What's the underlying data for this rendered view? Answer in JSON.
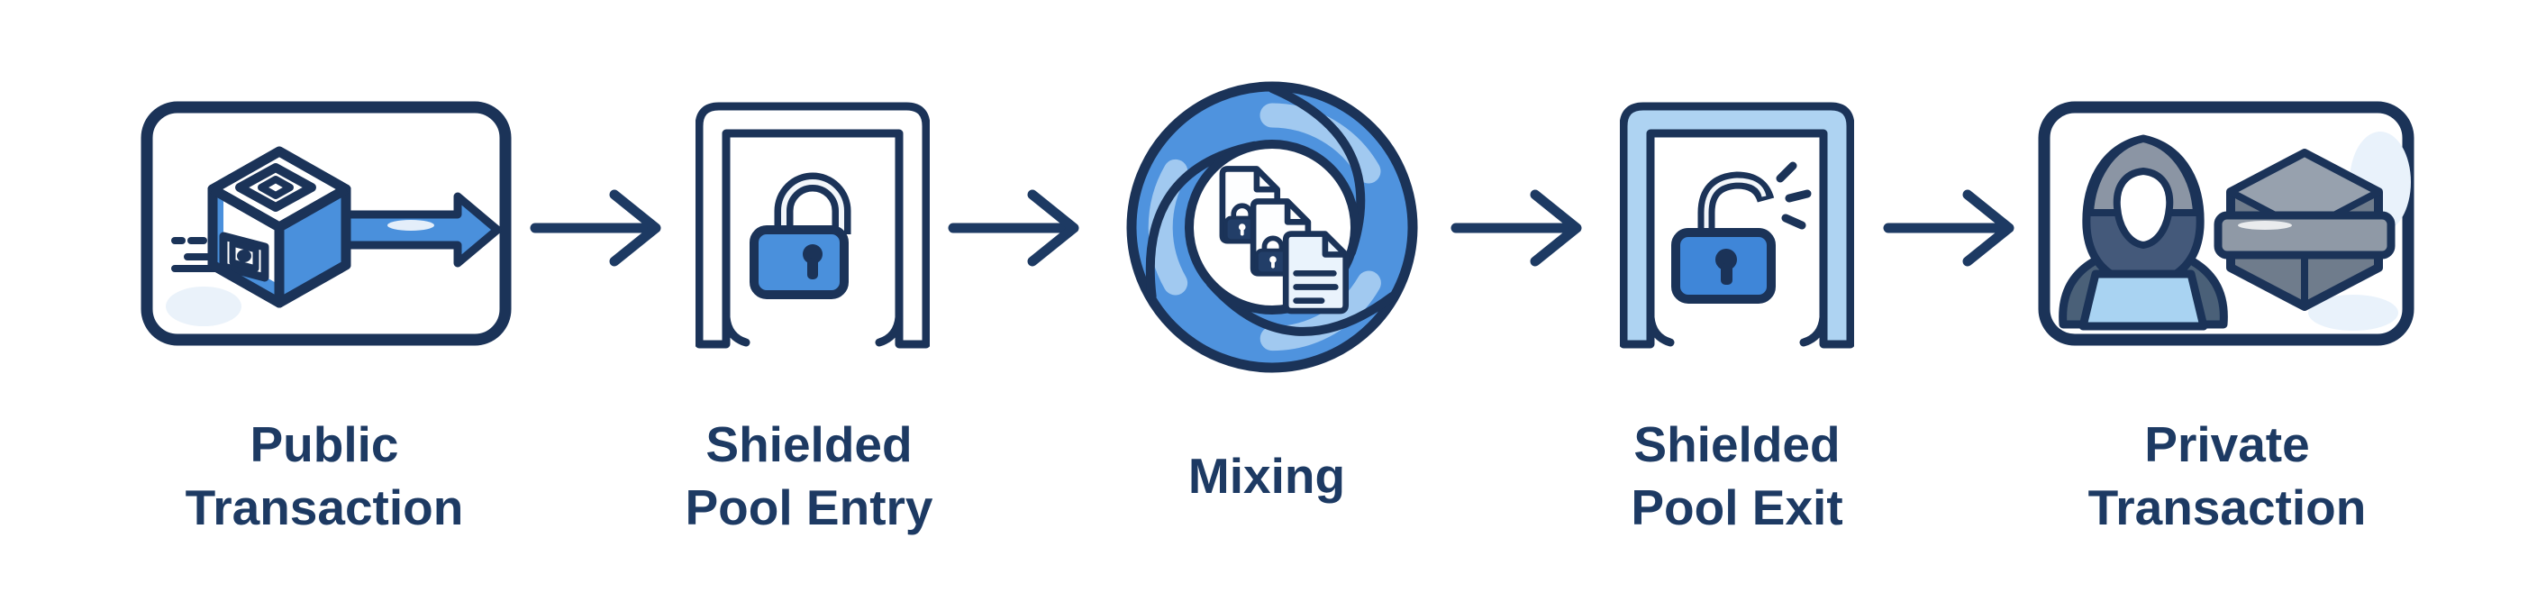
{
  "diagram": {
    "background_color": "#FFFFFF",
    "colors": {
      "navy_outline": "#1B3358",
      "text_navy": "#1D3A63",
      "primary_blue": "#4A90DC",
      "deep_blue": "#3F86D8",
      "pale_blue": "#AED3F2",
      "laptop_blue": "#A9D3F2",
      "swirl_blue": "#4F93DE",
      "swirl_highlight": "#A6CCF2",
      "slate_gray": "#8F99A6",
      "slate_light": "#97A1AE",
      "slate_dark": "#44597A"
    },
    "stages": [
      {
        "id": "public-transaction",
        "label": "Public\nTransaction",
        "icon": "cube-with-arrow-card-icon"
      },
      {
        "id": "shielded-pool-entry",
        "label": "Shielded\nPool Entry",
        "icon": "locked-gateway-icon"
      },
      {
        "id": "mixing",
        "label": "Mixing",
        "icon": "mixing-vortex-documents-icon"
      },
      {
        "id": "shielded-pool-exit",
        "label": "Shielded\nPool Exit",
        "icon": "unlocked-gateway-icon"
      },
      {
        "id": "private-transaction",
        "label": "Private\nTransaction",
        "icon": "anonymous-user-and-masked-block-card-icon"
      }
    ],
    "connectors": [
      {
        "icon": "arrow-right-icon"
      },
      {
        "icon": "arrow-right-icon"
      },
      {
        "icon": "arrow-right-icon"
      },
      {
        "icon": "arrow-right-icon"
      }
    ]
  }
}
